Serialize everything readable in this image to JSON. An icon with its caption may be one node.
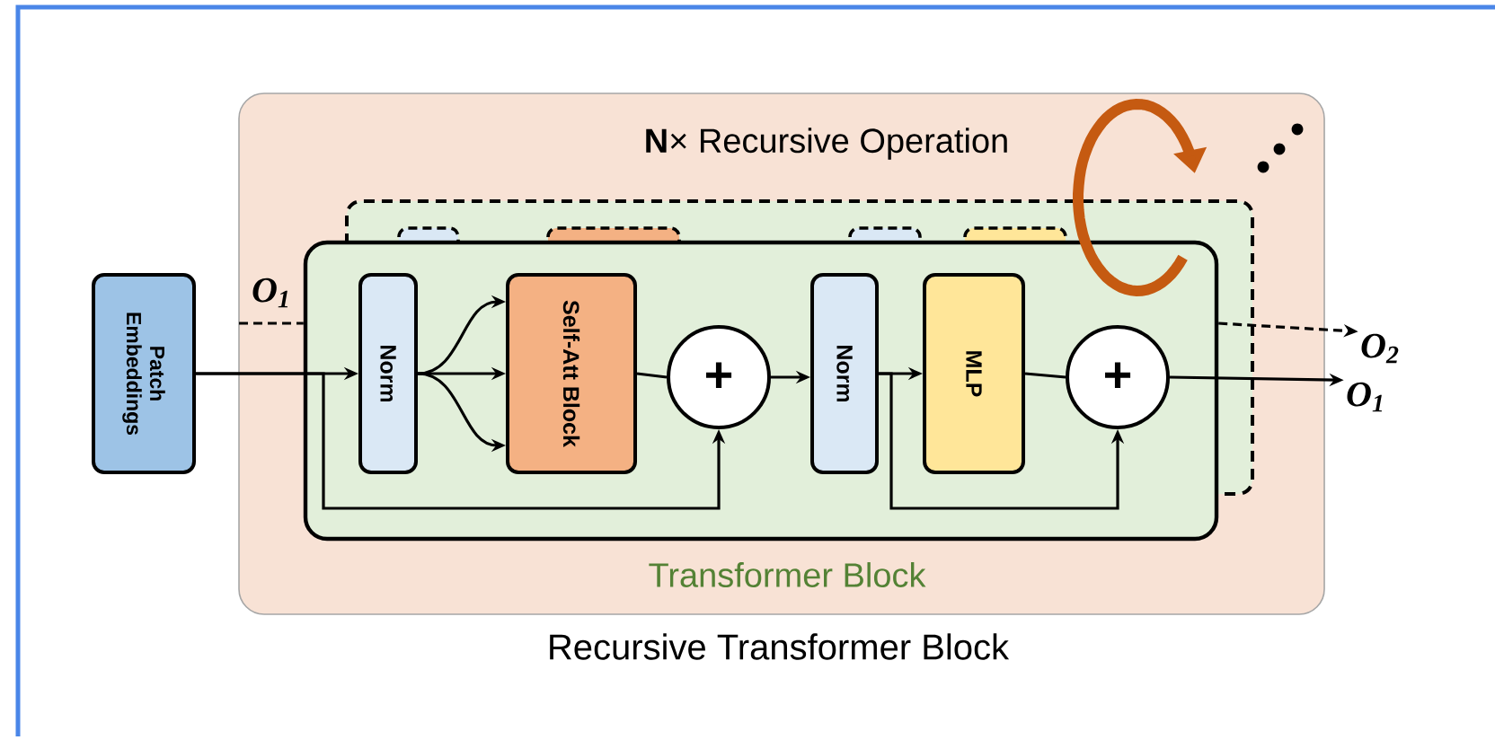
{
  "diagram": {
    "nodes": [
      {
        "text": [
          "**N**× Recursive Operation",
          "Recursive Transformer Block"
        ]
      },
      {
        "text": [
          "Transformer Block"
        ],
        "in": 0
      },
      {
        "text": [
          "Patch Embeddings"
        ]
      },
      {
        "text": [
          "Norm"
        ],
        "in": 1
      },
      {
        "text": [
          "Self-Att Block"
        ],
        "in": 1
      },
      {
        "text": [
          "+"
        ],
        "in": 1
      },
      {
        "text": [
          "Norm"
        ],
        "in": 1
      },
      {
        "text": [
          "MLP"
        ],
        "in": 1
      },
      {
        "text": [
          "+"
        ],
        "in": 1
      },
      {
        "text": [
          "O$_{1}$"
        ]
      },
      {
        "text": [
          "O$_{2}$"
        ]
      }
    ],
    "edges": [
      {
        "from": 2,
        "to": 3,
        "arrow": "to"
      },
      {
        "from": 3,
        "to": 4,
        "arrow": "to"
      },
      {
        "from": 3,
        "to": 4,
        "arrow": "to"
      },
      {
        "from": 3,
        "to": 4,
        "arrow": "to"
      },
      {
        "from": 4,
        "to": 5,
        "arrow": "none"
      },
      {
        "from": 2,
        "to": 5,
        "arrow": "to"
      },
      {
        "from": 5,
        "to": 6,
        "arrow": "to"
      },
      {
        "from": 6,
        "to": 7,
        "arrow": "to"
      },
      {
        "from": 6,
        "to": 8,
        "arrow": "to"
      },
      {
        "from": 7,
        "to": 8,
        "arrow": "none"
      },
      {
        "from": 8,
        "to": 9,
        "arrow": "to"
      },
      {
        "from": 1,
        "to": 10,
        "arrow": "to",
        "style": "dashed"
      },
      {
        "from": null,
        "to": 1,
        "arrow": "none",
        "style": "dashed",
        "label": "O$_{1}$"
      }
    ]
  }
}
